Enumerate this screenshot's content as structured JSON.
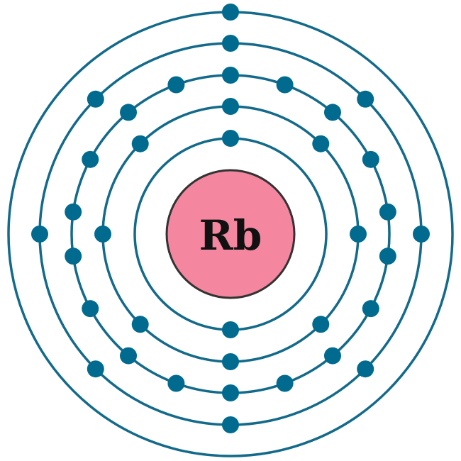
{
  "element": {
    "symbol": "Rb"
  },
  "shells": [
    {
      "electrons": 2
    },
    {
      "electrons": 8
    },
    {
      "electrons": 18
    },
    {
      "electrons": 8
    },
    {
      "electrons": 1
    }
  ],
  "colors": {
    "shell_stroke": "#136a8a",
    "electron_fill": "#006b8f",
    "nucleus_fill": "#f4869f",
    "nucleus_stroke": "#333333",
    "symbol_text": "#111111",
    "background": "#ffffff"
  }
}
